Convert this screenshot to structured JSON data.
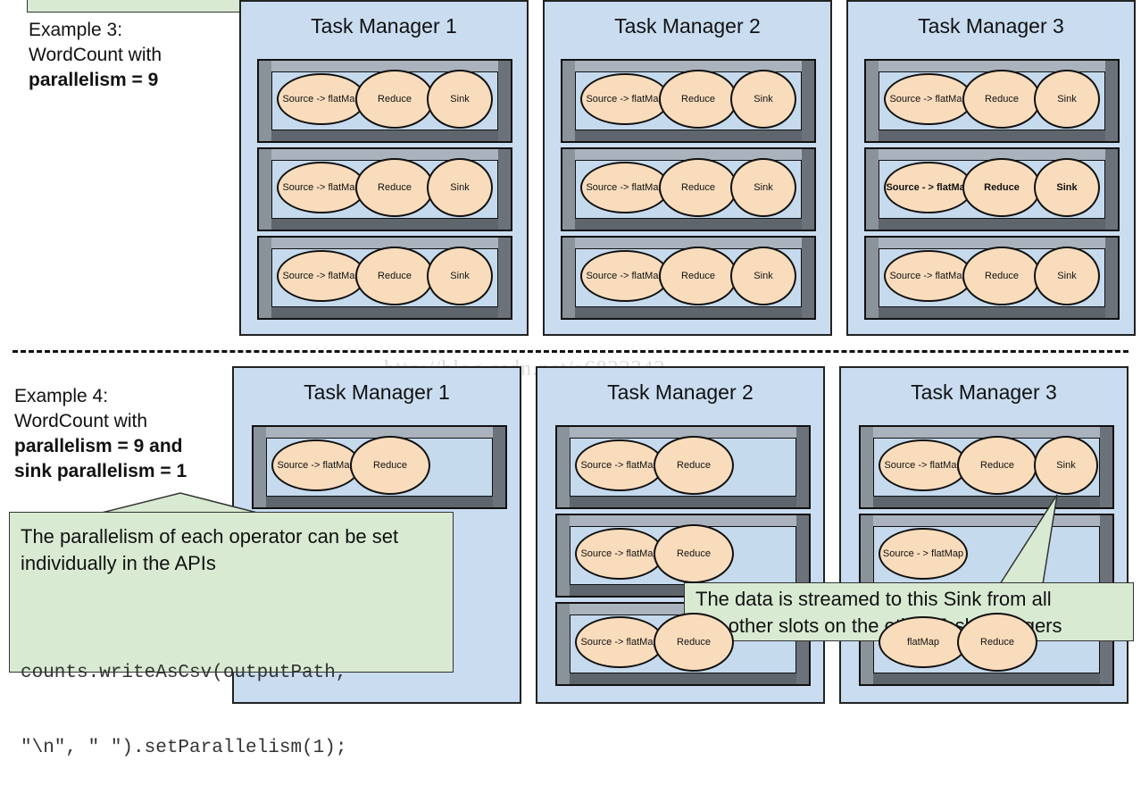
{
  "watermark": "http://blog.csdn.net/a6822342",
  "example3": {
    "line1": "Example 3:",
    "line2": "WordCount with",
    "line3": "parallelism = 9",
    "task_managers": [
      {
        "title": "Task Manager 1",
        "slots": [
          {
            "ops": [
              "Source -> flatMap",
              "Reduce",
              "Sink"
            ],
            "bold": false
          },
          {
            "ops": [
              "Source -> flatMap",
              "Reduce",
              "Sink"
            ],
            "bold": false
          },
          {
            "ops": [
              "Source -> flatMap",
              "Reduce",
              "Sink"
            ],
            "bold": false
          }
        ]
      },
      {
        "title": "Task Manager 2",
        "slots": [
          {
            "ops": [
              "Source -> flatMap",
              "Reduce",
              "Sink"
            ],
            "bold": false
          },
          {
            "ops": [
              "Source -> flatMap",
              "Reduce",
              "Sink"
            ],
            "bold": false
          },
          {
            "ops": [
              "Source -> flatMap",
              "Reduce",
              "Sink"
            ],
            "bold": false
          }
        ]
      },
      {
        "title": "Task Manager 3",
        "slots": [
          {
            "ops": [
              "Source -> flatMap",
              "Reduce",
              "Sink"
            ],
            "bold": false
          },
          {
            "ops": [
              "Source - > flatMap",
              "Reduce",
              "Sink"
            ],
            "bold": true
          },
          {
            "ops": [
              "Source -> flatMap",
              "Reduce",
              "Sink"
            ],
            "bold": false
          }
        ]
      }
    ]
  },
  "example4": {
    "line1": "Example 4:",
    "line2": "WordCount with",
    "line3": "parallelism = 9 and",
    "line4": "sink parallelism = 1",
    "task_managers": [
      {
        "title": "Task Manager 1",
        "slots": [
          {
            "ops": [
              "Source -> flatMap",
              "Reduce"
            ]
          }
        ]
      },
      {
        "title": "Task Manager 2",
        "slots": [
          {
            "ops": [
              "Source -> flatMap",
              "Reduce"
            ]
          },
          {
            "ops": [
              "Source -> flatMap",
              "Reduce"
            ]
          },
          {
            "ops": [
              "Source -> flatMap",
              "Reduce"
            ]
          }
        ]
      },
      {
        "title": "Task Manager 3",
        "slots": [
          {
            "ops": [
              "Source -> flatMap",
              "Reduce",
              "Sink"
            ]
          },
          {
            "ops": [
              "Source - > flatMap"
            ]
          },
          {
            "ops": [
              "flatMap",
              "Reduce"
            ]
          }
        ]
      }
    ],
    "callout_left": {
      "text1": "The parallelism of each operator can be set",
      "text2": "individually in the APIs",
      "code1": "counts.writeAsCsv(outputPath,",
      "code2": "\"\\n\", \" \").setParallelism(1);"
    },
    "callout_right": {
      "text1": "The data is streamed to this Sink from all",
      "text2": "the other slots on the other TaskManagers"
    }
  }
}
